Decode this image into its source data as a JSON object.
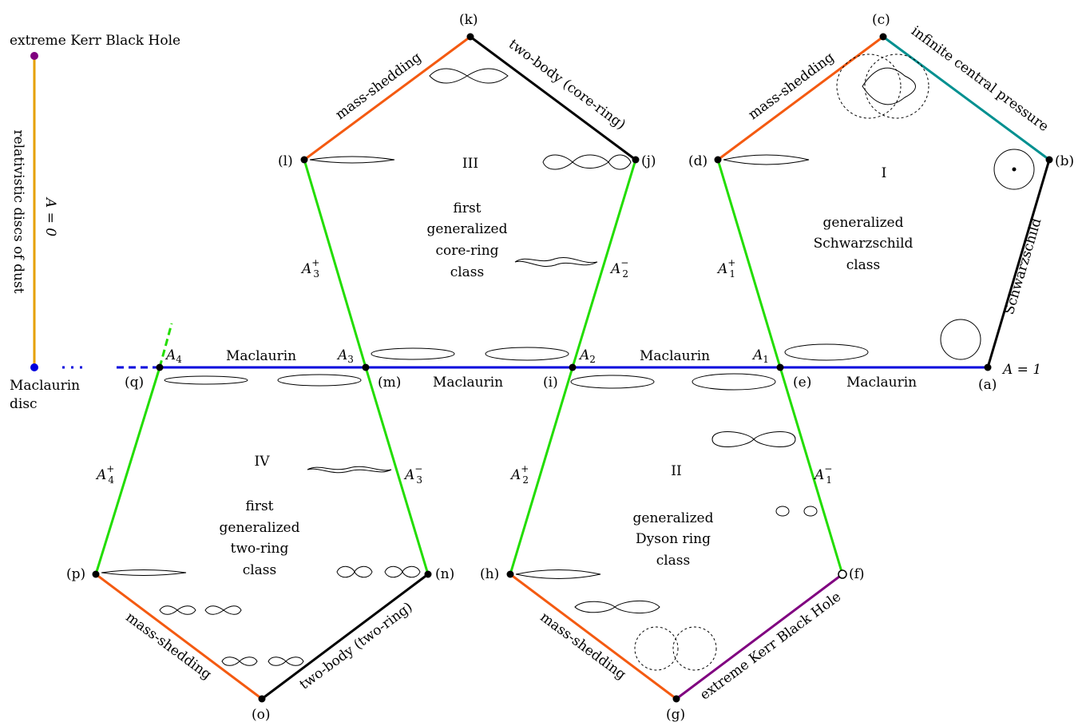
{
  "colors": {
    "maclaurin": "#0000dd",
    "branch_a": "#22dd00",
    "mass_shedding": "#f45a11",
    "two_body": "#000000",
    "infinite_pressure": "#009090",
    "schwarzschild": "#000000",
    "extreme_kerr": "#800080",
    "dust": "#e6a000",
    "maclaurin_dot": "#0000dd",
    "kerr_dot": "#800080"
  },
  "points": {
    "a": "(a)",
    "b": "(b)",
    "c": "(c)",
    "d": "(d)",
    "e": "(e)",
    "f": "(f)",
    "g": "(g)",
    "h": "(h)",
    "i": "(i)",
    "j": "(j)",
    "k": "(k)",
    "l": "(l)",
    "m": "(m)",
    "n": "(n)",
    "o": "(o)",
    "p": "(p)",
    "q": "(q)"
  },
  "branches": {
    "A1": "A",
    "A1_sub": "1",
    "A2": "A",
    "A2_sub": "2",
    "A3": "A",
    "A3_sub": "3",
    "A4": "A",
    "A4_sub": "4",
    "A1p": "A",
    "A1p_sub": "1",
    "A1p_sup": "+",
    "A1m": "A",
    "A1m_sub": "1",
    "A1m_sup": "−",
    "A2p": "A",
    "A2p_sub": "2",
    "A2p_sup": "+",
    "A2m": "A",
    "A2m_sub": "2",
    "A2m_sup": "−",
    "A3p": "A",
    "A3p_sub": "3",
    "A3p_sup": "+",
    "A3m": "A",
    "A3m_sub": "3",
    "A3m_sup": "−",
    "A4p": "A",
    "A4p_sub": "4",
    "A4p_sup": "+"
  },
  "labels": {
    "maclaurin": "Maclaurin",
    "a_equals_1": "A = 1",
    "a_equals_0": "A = 0",
    "schwarzschild": "Schwarzschild",
    "infinite_central_pressure": "infinite central pressure",
    "mass_shedding": "mass-shedding",
    "two_body_core_ring": "two-body (core-ring)",
    "two_body_two_ring": "two-body (two-ring)",
    "extreme_kerr": "extreme Kerr Black Hole",
    "relativistic_discs": "relativistic discs of dust",
    "maclaurin_disc_1": "Maclaurin",
    "maclaurin_disc_2": "disc",
    "kerr_top": "extreme Kerr Black Hole"
  },
  "regions": {
    "I": {
      "numeral": "I",
      "lines": [
        "generalized",
        "Schwarzschild",
        "class"
      ]
    },
    "II": {
      "numeral": "II",
      "lines": [
        "generalized",
        "Dyson ring",
        "class"
      ]
    },
    "III": {
      "numeral": "III",
      "lines": [
        "first",
        "generalized",
        "core-ring",
        "class"
      ]
    },
    "IV": {
      "numeral": "IV",
      "lines": [
        "first",
        "generalized",
        "two-ring",
        "class"
      ]
    }
  }
}
